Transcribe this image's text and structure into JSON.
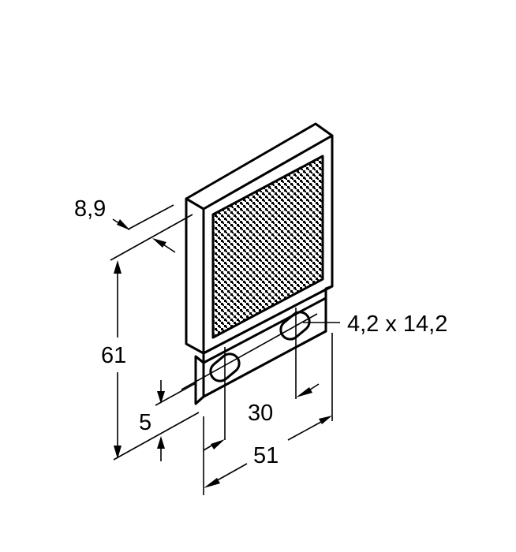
{
  "drawing": {
    "title": "Reflector dimensional drawing",
    "object": "rectangular reflector with microprismatic surface and mounting bracket with two slotted holes",
    "line_color": "#000000",
    "background_color": "#ffffff"
  },
  "dimensions": {
    "depth": "8,9",
    "height": "61",
    "bracket_height": "5",
    "hole_spacing": "30",
    "width": "51",
    "slot_size": "4,2 x 14,2"
  }
}
